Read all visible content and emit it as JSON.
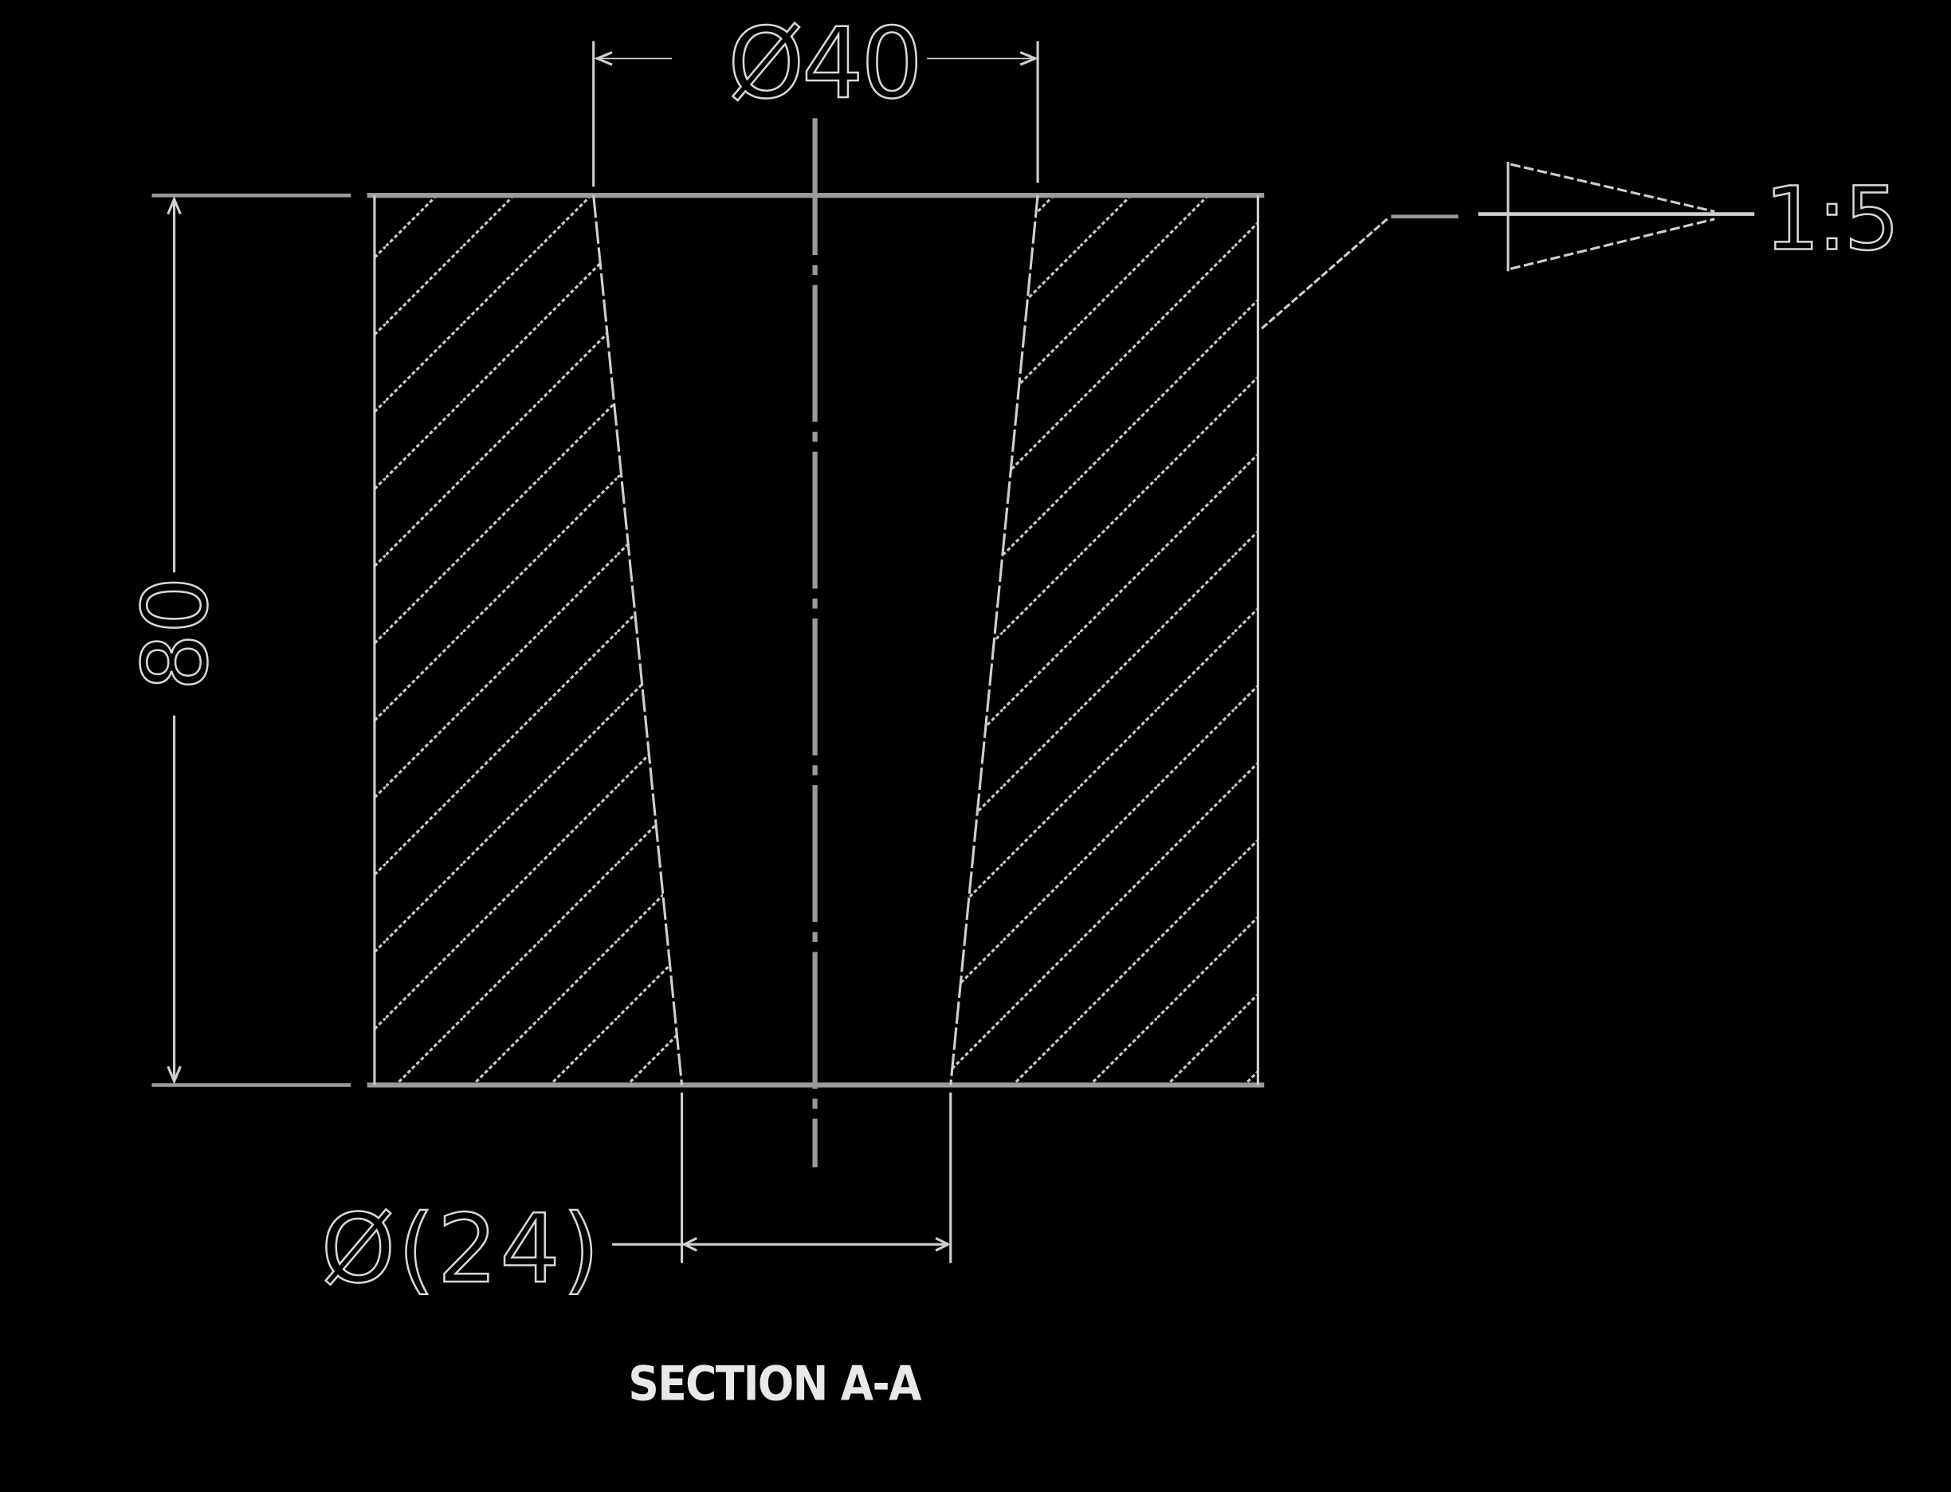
{
  "drawing": {
    "type": "engineering-section-view",
    "background": "#000000",
    "line_color": "#d0d0d0",
    "section_label": "SECTION A-A",
    "dimensions": {
      "top_diameter": {
        "symbol": "Ø",
        "value": "40",
        "text": "Ø40"
      },
      "bottom_diameter": {
        "symbol": "Ø",
        "value": "24",
        "text": "Ø(24)",
        "reference": true
      },
      "height": {
        "value": "80",
        "text": "80"
      }
    },
    "taper": {
      "symbol": "taper-icon",
      "ratio": "1:5"
    }
  }
}
